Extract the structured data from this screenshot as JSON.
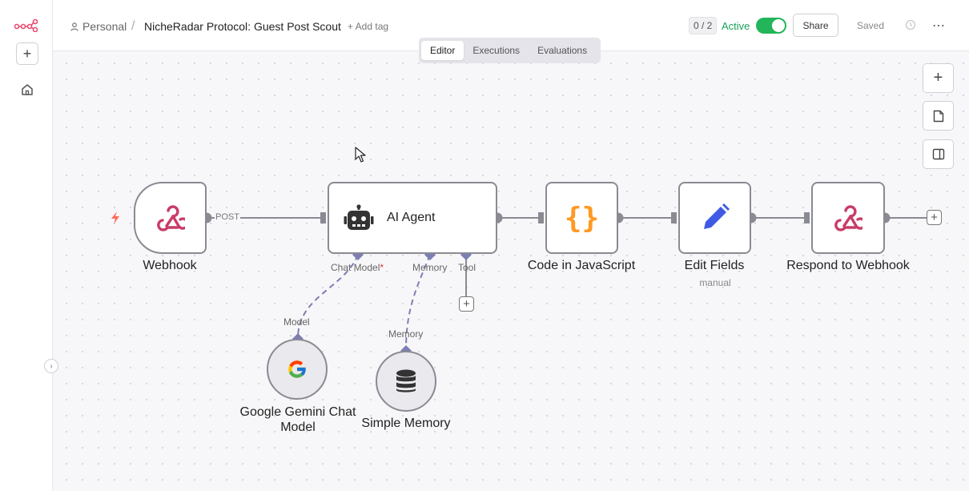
{
  "header": {
    "breadcrumb_personal": "Personal",
    "separator": "/",
    "workflow_name": "NicheRadar Protocol: Guest Post Scout",
    "add_tag": "+ Add tag",
    "counter": "0 / 2",
    "active_label": "Active",
    "active": true,
    "share_label": "Share",
    "saved_label": "Saved",
    "more_icon": "more-icon"
  },
  "tabs": [
    {
      "label": "Editor",
      "active": true
    },
    {
      "label": "Executions",
      "active": false
    },
    {
      "label": "Evaluations",
      "active": false
    }
  ],
  "sidebar": {
    "add_icon": "+",
    "collapse_icon": "›"
  },
  "canvas": {
    "add_icon": "+",
    "nodes": {
      "webhook": {
        "label": "Webhook",
        "output_label": "POST"
      },
      "ai_agent": {
        "label": "AI Agent",
        "ports": {
          "chat_model": "Chat Model",
          "chat_model_required": "*",
          "memory": "Memory",
          "tool": "Tool"
        }
      },
      "code": {
        "label": "Code in JavaScript",
        "icon_text": "{}"
      },
      "edit_fields": {
        "label": "Edit Fields",
        "sublabel": "manual"
      },
      "respond": {
        "label": "Respond to Webhook"
      },
      "gemini": {
        "label_line1": "Google Gemini Chat",
        "label_line2": "Model",
        "port_label": "Model"
      },
      "memory": {
        "label": "Simple Memory",
        "port_label": "Memory"
      }
    },
    "plus_icon": "+"
  },
  "colors": {
    "accent_orange": "#ff6d5a",
    "active_green": "#22b55a",
    "webhook_pink": "#c93b68",
    "code_orange": "#ff9922",
    "edit_blue": "#3f5be5",
    "port_diamond": "#7d7fb3"
  }
}
